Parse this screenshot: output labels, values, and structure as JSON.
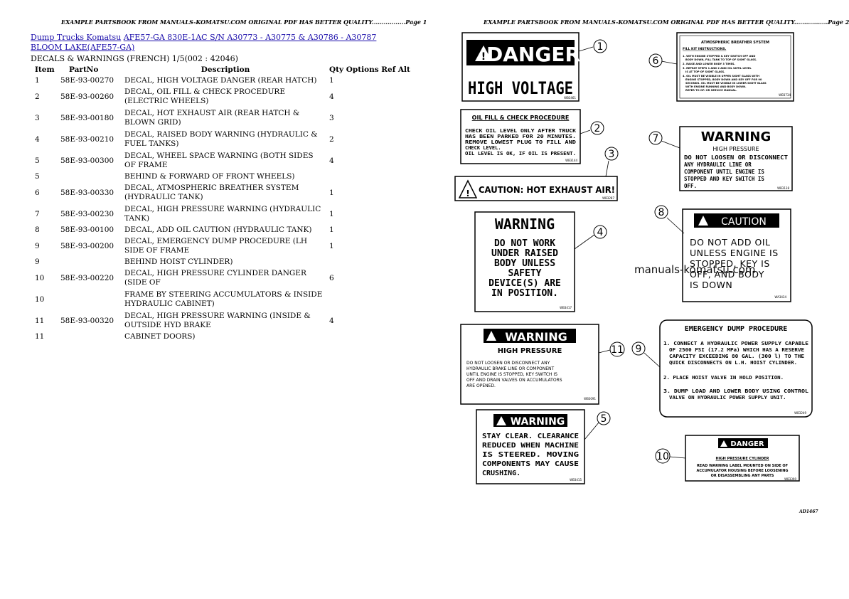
{
  "header": {
    "page1": "EXAMPLE PARTSBOOK FROM MANUALS-KOMATSU.COM ORIGINAL PDF HAS BETTER QUALITY.................Page 1",
    "page2": "EXAMPLE PARTSBOOK FROM MANUALS-KOMATSU.COM ORIGINAL PDF HAS BETTER QUALITY.................Page 2"
  },
  "breadcrumb": {
    "link1": "Dump Trucks Komatsu",
    "link2": "AFE57-GA 830E-1AC S/N A30773 - A30775 & A30786 - A30787 BLOOM LAKE(AFE57-GA)"
  },
  "section_title": "DECALS & WARNINGS (FRENCH) 1/5(002 : 42046)",
  "table": {
    "columns": [
      "Item",
      "PartNo",
      "Description",
      "Qty Options Ref Alt"
    ],
    "rows": [
      {
        "item": "1",
        "partno": "58E-93-00270",
        "desc": "DECAL, HIGH VOLTAGE DANGER (REAR HATCH)",
        "qty": "1"
      },
      {
        "item": "2",
        "partno": "58E-93-00260",
        "desc": "DECAL, OIL FILL & CHECK PROCEDURE (ELECTRIC WHEELS)",
        "qty": "4"
      },
      {
        "item": "3",
        "partno": "58E-93-00180",
        "desc": "DECAL, HOT EXHAUST AIR (REAR HATCH & BLOWN GRID)",
        "qty": "3"
      },
      {
        "item": "4",
        "partno": "58E-93-00210",
        "desc": "DECAL, RAISED BODY WARNING (HYDRAULIC & FUEL TANKS)",
        "qty": "2"
      },
      {
        "item": "5",
        "partno": "58E-93-00300",
        "desc": "DECAL, WHEEL SPACE WARNING (BOTH SIDES OF FRAME",
        "qty": "4"
      },
      {
        "item": "5",
        "partno": "",
        "desc": "BEHIND & FORWARD OF FRONT WHEELS)",
        "qty": ""
      },
      {
        "item": "6",
        "partno": "58E-93-00330",
        "desc": "DECAL, ATMOSPHERIC BREATHER SYSTEM (HYDRAULIC TANK)",
        "qty": "1"
      },
      {
        "item": "7",
        "partno": "58E-93-00230",
        "desc": "DECAL, HIGH PRESSURE WARNING (HYDRAULIC TANK)",
        "qty": "1"
      },
      {
        "item": "8",
        "partno": "58E-93-00100",
        "desc": "DECAL, ADD OIL CAUTION (HYDRAULIC TANK)",
        "qty": "1"
      },
      {
        "item": "9",
        "partno": "58E-93-00200",
        "desc": "DECAL, EMERGENCY DUMP PROCEDURE (LH SIDE OF FRAME",
        "qty": "1"
      },
      {
        "item": "9",
        "partno": "",
        "desc": "BEHIND HOIST CYLINDER)",
        "qty": ""
      },
      {
        "item": "10",
        "partno": "58E-93-00220",
        "desc": "DECAL, HIGH PRESSURE CYLINDER DANGER (SIDE OF",
        "qty": "6"
      },
      {
        "item": "10",
        "partno": "",
        "desc": "FRAME BY STEERING ACCUMULATORS & INSIDE HYDRAULIC CABINET)",
        "qty": ""
      },
      {
        "item": "11",
        "partno": "58E-93-00320",
        "desc": "DECAL, HIGH PRESSURE WARNING (INSIDE & OUTSIDE HYD BRAKE",
        "qty": "4"
      },
      {
        "item": "11",
        "partno": "",
        "desc": "CABINET DOORS)",
        "qty": ""
      }
    ]
  },
  "diagram": {
    "d1": {
      "callout": "1",
      "title": "DANGER",
      "body": "HIGH VOLTAGE",
      "code": "WB3461"
    },
    "d2": {
      "callout": "2",
      "title": "OIL FILL & CHECK PROCEDURE",
      "lines": [
        "CHECK OIL LEVEL ONLY AFTER TRUCK",
        "HAS BEEN PARKED FOR 20 MINUTES.",
        "REMOVE LOWEST PLUG TO FILL AND",
        "CHECK LEVEL.",
        "OIL LEVEL IS OK, IF OIL IS PRESENT."
      ],
      "code": "WB3144"
    },
    "d3": {
      "callout": "3",
      "title": "CAUTION: HOT EXHAUST AIR!",
      "code": "WB3287"
    },
    "d4": {
      "callout": "4",
      "title": "WARNING",
      "lines": [
        "DO NOT WORK",
        "UNDER RAISED",
        "BODY UNLESS",
        "SAFETY",
        "DEVICE(S) ARE",
        "IN POSITION."
      ],
      "code": "WB3417"
    },
    "d5": {
      "callout": "5",
      "title": "WARNING",
      "lines": [
        "STAY CLEAR. CLEARANCE",
        "REDUCED WHEN MACHINE",
        "IS STEERED.    MOVING",
        "COMPONENTS MAY CAUSE",
        "CRUSHING."
      ],
      "code": "WB3415"
    },
    "d6": {
      "callout": "6",
      "title": "ATMOSPHERIC BREATHER SYSTEM",
      "sub": "FILL KIT INSTRUCTIONS.",
      "lines": [
        "1. WITH ENGINE STOPPED & KEY SWITCH OFF AND",
        "BODY DOWN, FILL TANK TO TOP OF SIGHT GLASS.",
        "2. RAISE AND LOWER BODY 3 TIMES.",
        "3. REPEAT STEPS 1 AND 2 AND OIL UNTIL LEVEL",
        "IS AT TOP OF SIGHT GLASS.",
        "4. OIL MUST BE VISIBLE IN UPPER SIGHT GLASS WITH",
        "ENGINE STOPPED, BODY DOWN AND KEY OFF FOR 90",
        "SECONDS. OIL MUST BE VISIBLE IN LOWER SIGHT GLASS",
        "WITH ENGINE RUNNING AND BODY DOWN.",
        "REFER TO OP. OR SERVICE MANUAL."
      ],
      "code": "WB3734"
    },
    "d7": {
      "callout": "7",
      "title": "WARNING",
      "sub": "HIGH PRESSURE",
      "lines": [
        "DO NOT LOOSEN OR DISCONNECT",
        "ANY HYDRAULIC LINE OR",
        "COMPONENT UNTIL ENGINE IS",
        "STOPPED AND KEY SWITCH IS",
        "OFF."
      ],
      "code": "WB3138"
    },
    "d8": {
      "callout": "8",
      "title": "CAUTION",
      "lines": [
        "DO NOT ADD OIL",
        "UNLESS ENGINE IS",
        "STOPPED, KEY IS",
        "OFF, AND BODY",
        "IS DOWN"
      ],
      "code": "WA3434"
    },
    "d9": {
      "callout": "9",
      "title": "EMERGENCY DUMP PROCEDURE",
      "lines": [
        "1. CONNECT A HYDRAULIC POWER SUPPLY CAPABLE",
        "OF 2500 PSI (17.2 MPa) WHICH HAS A RESERVE",
        "CAPACITY EXCEEDING 80 GAL. (300 l) TO THE",
        "QUICK DISCONNECTS ON L.H. HOIST CYLINDER.",
        "2. PLACE HOIST VALVE IN HOLD POSITION.",
        "3. DUMP LOAD AND LOWER BODY USING CONTROL",
        "VALVE ON HYDRAULIC POWER SUPPLY UNIT."
      ],
      "code": "WB3249"
    },
    "d10": {
      "callout": "10",
      "title": "DANGER",
      "sub": "HIGH PRESSURE CYLINDER",
      "lines": [
        "READ WARNING LABEL MOUNTED ON SIDE OF",
        "ACCUMULATOR HOUSING BEFORE LOOSENING",
        "OR DISASSEMBLING ANY PARTS"
      ],
      "code": "WB3390"
    },
    "d11": {
      "callout": "11",
      "title": "WARNING",
      "sub": "HIGH PRESSURE",
      "lines": [
        "DO NOT LOOSEN OR DISCONNECT ANY",
        "HYDRAULIC BRAKE LINE OR COMPONENT",
        "UNTIL ENGINE IS STOPPED, KEY SWITCH IS",
        "OFF AND DRAIN VALVES ON ACCUMULATORS",
        "ARE OPENED."
      ],
      "code": "WB3091"
    }
  },
  "watermark": "manuals-komatsu.com",
  "figure_code": "AD1467"
}
